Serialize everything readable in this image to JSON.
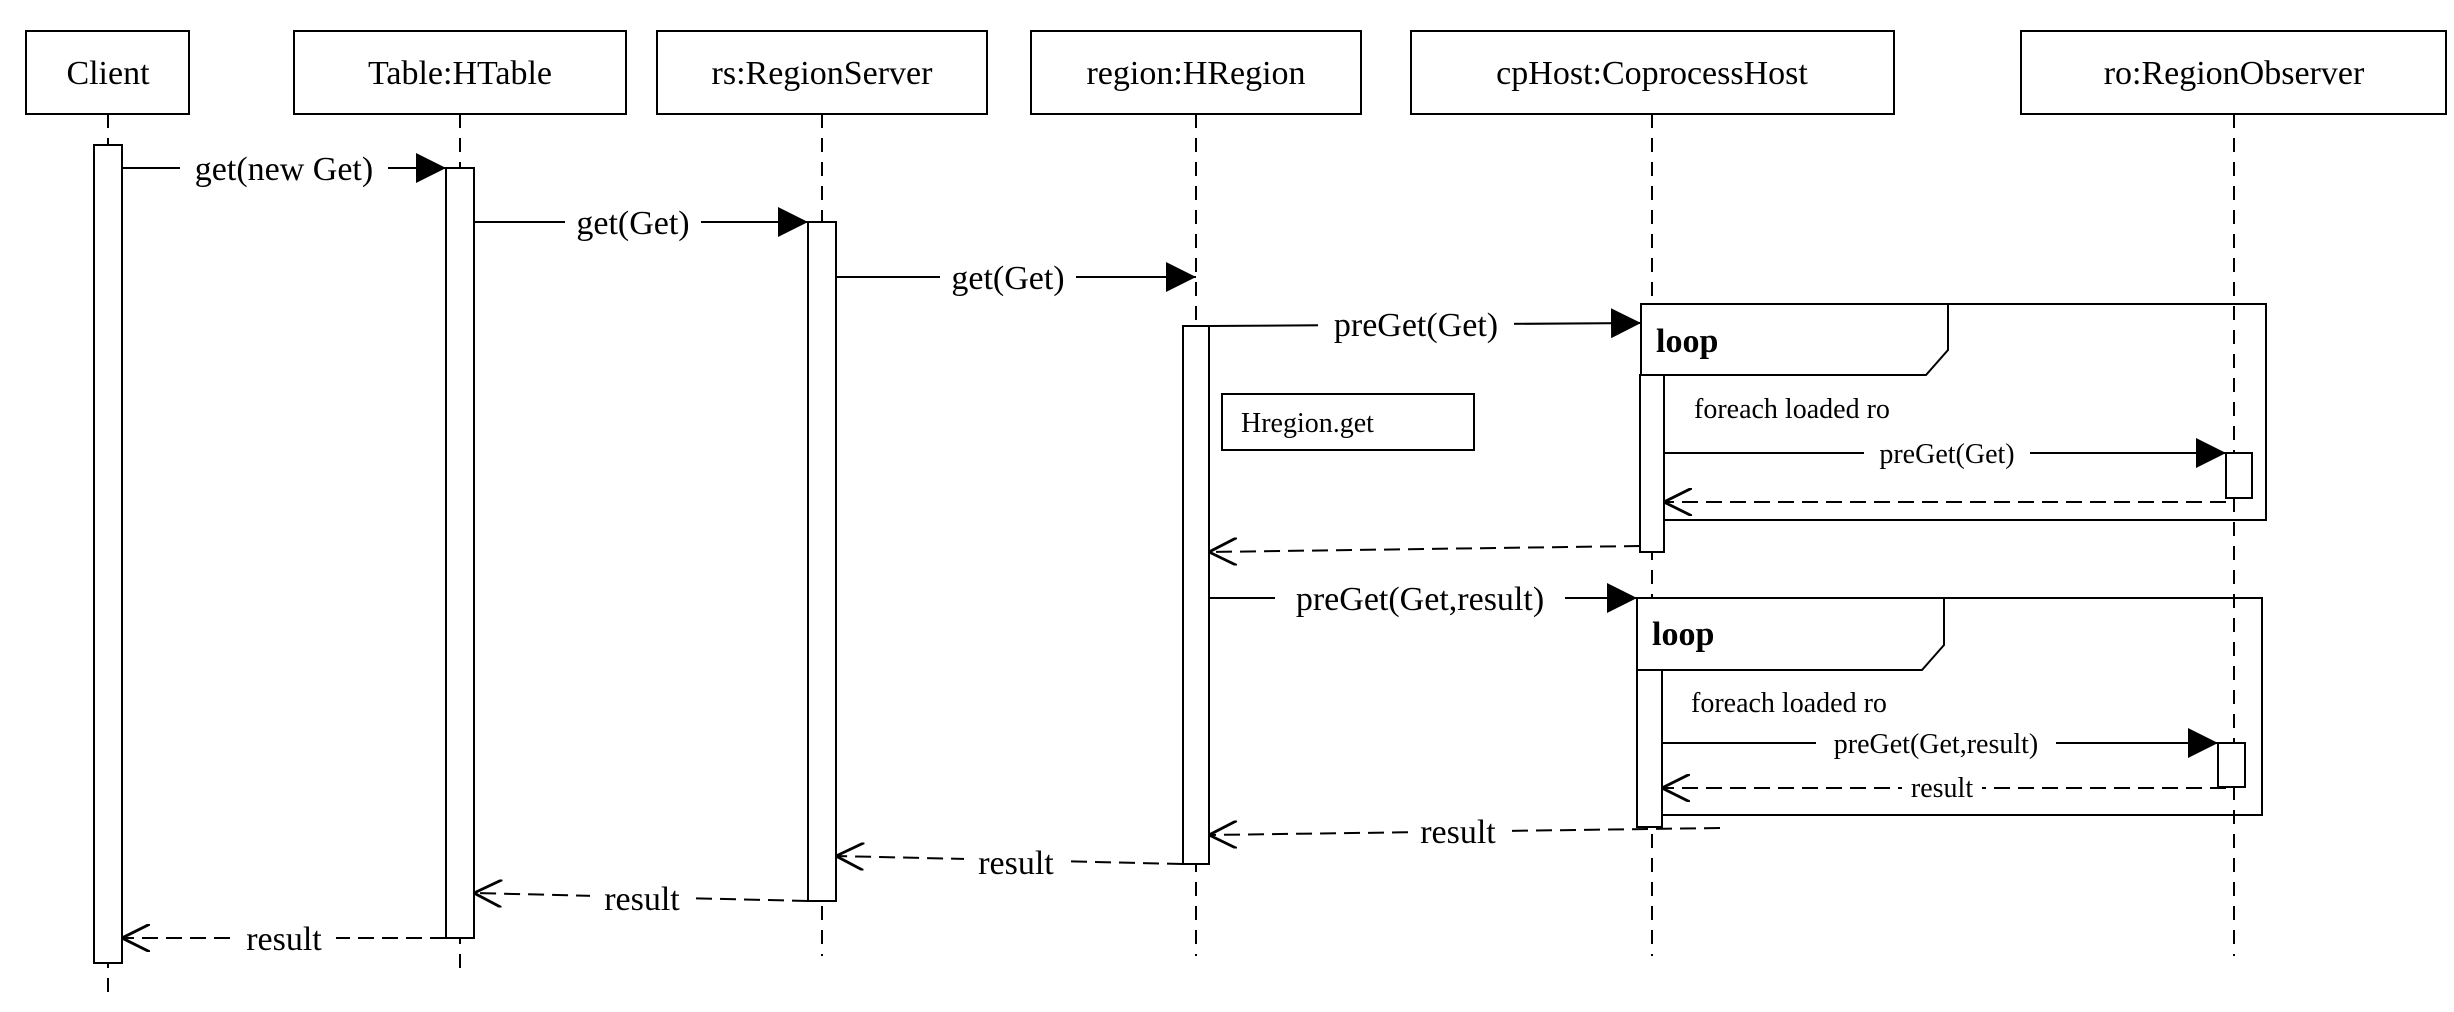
{
  "participants": {
    "client": "Client",
    "table": "Table:HTable",
    "rs": "rs:RegionServer",
    "region": "region:HRegion",
    "cphost": "cpHost:CoprocessHost",
    "ro": "ro:RegionObserver"
  },
  "messages": {
    "m1": "get(new Get)",
    "m2": "get(Get)",
    "m3": "get(Get)",
    "m4": "preGet(Get)",
    "m5": "preGet(Get)",
    "m6": "preGet(Get,result)",
    "m7": "preGet(Get,result)"
  },
  "returns": {
    "r1": "result",
    "r2": "result",
    "r3": "result",
    "r4": "result",
    "r5": "result"
  },
  "frames": {
    "loop1": {
      "title": "loop",
      "guard": "foreach loaded ro"
    },
    "loop2": {
      "title": "loop",
      "guard": "foreach loaded ro"
    }
  },
  "note": "Hregion.get"
}
